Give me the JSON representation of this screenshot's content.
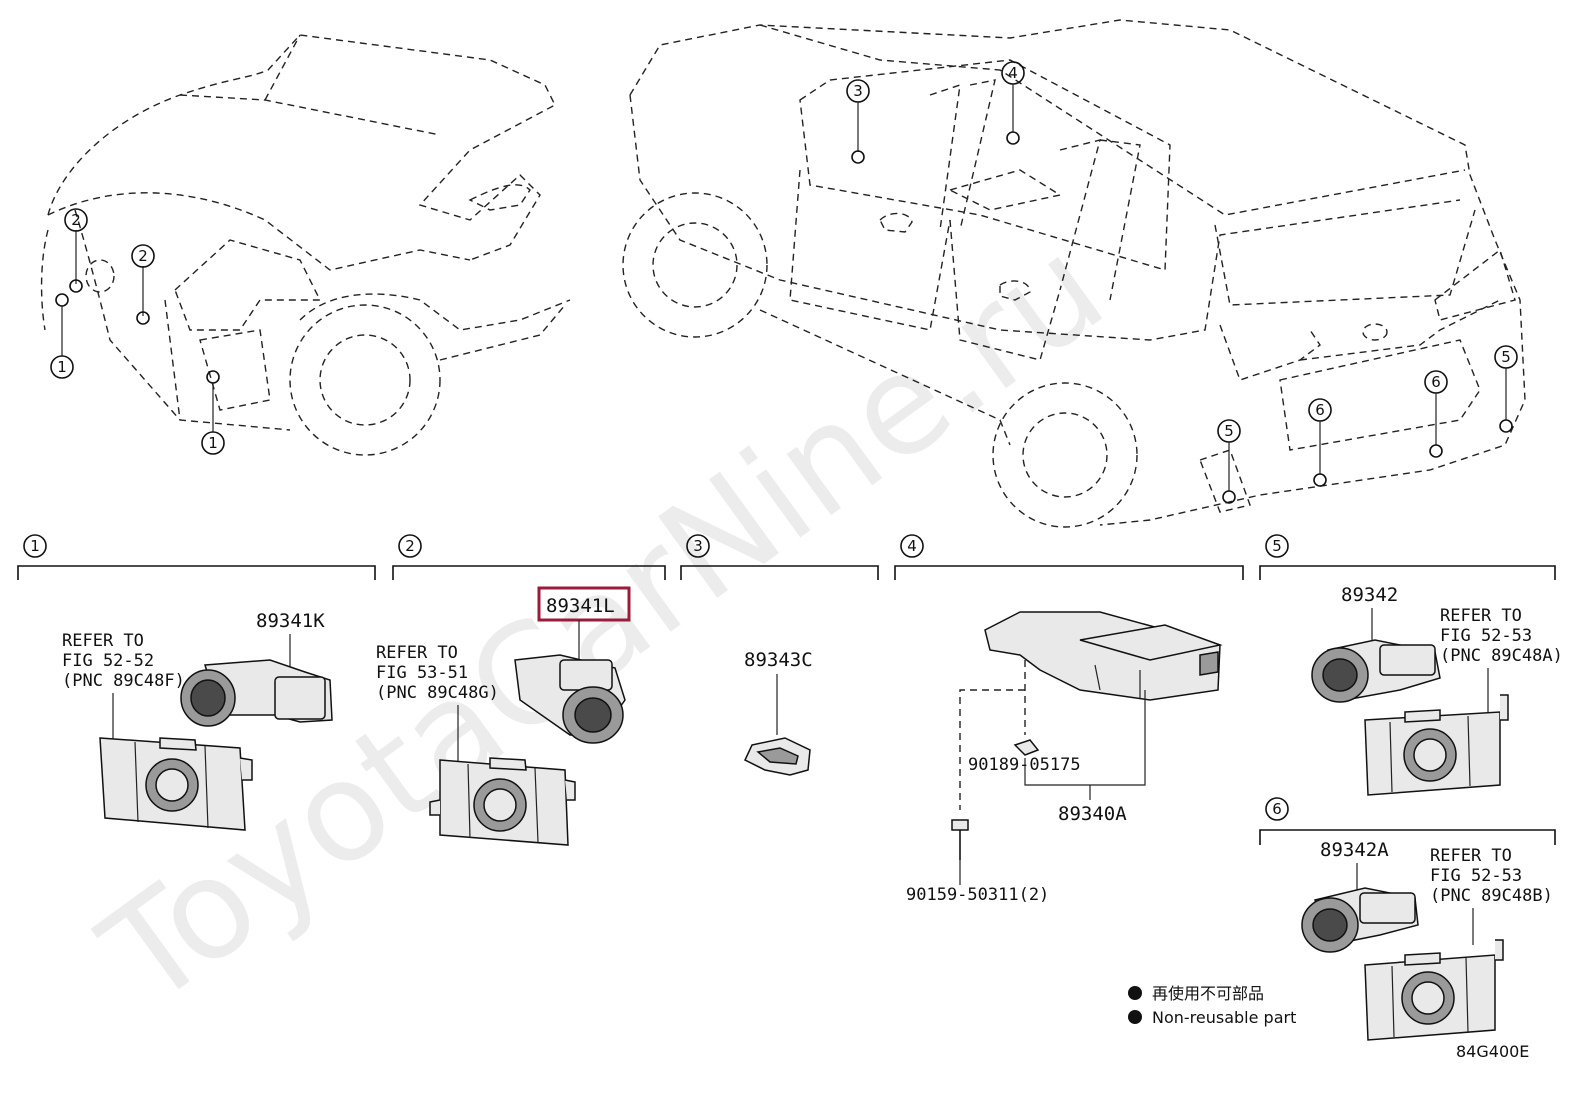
{
  "watermark": "ToyotaCarNine.ru",
  "figure_id": "84G400E",
  "callouts": [
    "1",
    "2",
    "3",
    "4",
    "5",
    "6"
  ],
  "sections": [
    {
      "num": "1",
      "part": "89341K",
      "refer": [
        "REFER TO",
        "FIG 52-52",
        "(PNC 89C48F)"
      ]
    },
    {
      "num": "2",
      "part": "89341L",
      "highlighted": true,
      "refer": [
        "REFER TO",
        "FIG 53-51",
        "(PNC 89C48G)"
      ]
    },
    {
      "num": "3",
      "part": "89343C"
    },
    {
      "num": "4",
      "parts": [
        "89340A",
        "90189-05175",
        "90159-50311(2)"
      ]
    },
    {
      "num": "5",
      "part": "89342",
      "refer": [
        "REFER TO",
        "FIG 52-53",
        "(PNC 89C48A)"
      ]
    },
    {
      "num": "6",
      "part": "89342A",
      "refer": [
        "REFER TO",
        "FIG 52-53",
        "(PNC 89C48B)"
      ]
    }
  ],
  "legend": {
    "non_reusable_jp": "再使用不可部品",
    "non_reusable_en": "Non-reusable part"
  },
  "colors": {
    "highlight": "#9b1b3a",
    "line": "#111111"
  }
}
